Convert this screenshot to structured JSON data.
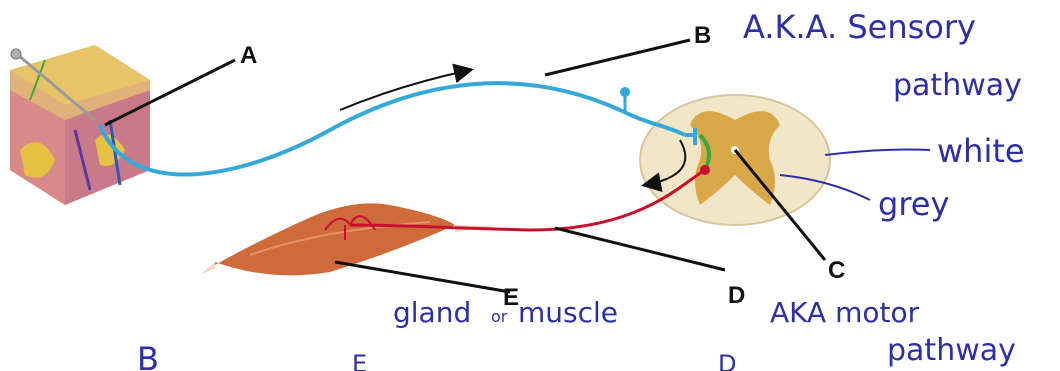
{
  "labels": {
    "a": "A",
    "b": "B",
    "c": "C",
    "d": "D",
    "e": "E"
  },
  "annotations": {
    "aka_sensory_1": "A.K.A. Sensory",
    "aka_sensory_2": "pathway",
    "white": "white",
    "grey": "grey",
    "gland": "gland",
    "or": "or",
    "muscle": "muscle",
    "aka_motor_1": "AKA motor",
    "aka_motor_2": "pathway",
    "bottom_b": "B",
    "bottom_e": "E",
    "bottom_d": "D"
  },
  "colors": {
    "sensory_neuron": "#34a9d9",
    "motor_neuron": "#c8102e",
    "interneuron": "#3aa83a",
    "white_matter": "#f2e6c8",
    "grey_matter": "#d8a848",
    "muscle": "#cf6a3a",
    "handwriting": "#2c2fa8"
  },
  "icons": [
    "skin-block-icon",
    "pin-icon",
    "spinal-cord-icon",
    "muscle-icon",
    "arrow-icon"
  ]
}
